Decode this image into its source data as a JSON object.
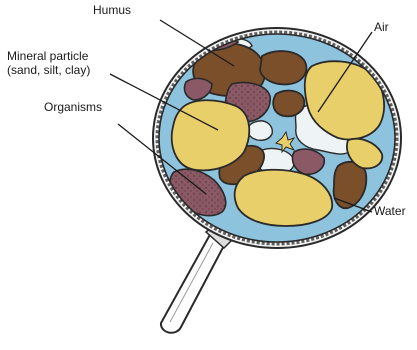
{
  "labels": {
    "humus": "Humus",
    "mineral_line1": "Mineral particle",
    "mineral_line2": "(sand, silt, clay)",
    "organisms": "Organisms",
    "air": "Air",
    "water": "Water"
  },
  "colors": {
    "humus": "#7a4f2a",
    "mineral": "#e8cf6a",
    "organisms": "#8b5866",
    "water": "#8ec3dd",
    "air": "#eef3f6",
    "outline": "#2a2a2a",
    "lens_rim": "#5e5e5e"
  }
}
